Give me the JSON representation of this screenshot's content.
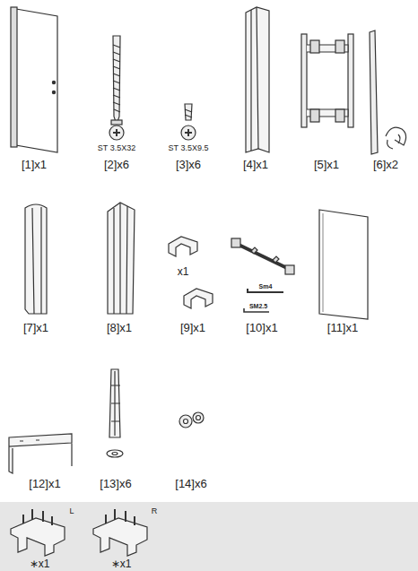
{
  "diagram": {
    "labels": [
      "[1]x1",
      "ST 3.5X32",
      "[2]x6",
      "ST 3.5X9.5",
      "[3]x6",
      "[4]x1",
      "[5]x1",
      "[6]x2",
      "[7]x1",
      "[8]x1",
      "x1",
      "[9]x1",
      "Sm4",
      "SM2.5",
      "[10]x1",
      "[11]x1",
      "[12]x1",
      "[13]x6",
      "[14]x6",
      "L",
      "R",
      "∗x1",
      "∗x1"
    ]
  }
}
